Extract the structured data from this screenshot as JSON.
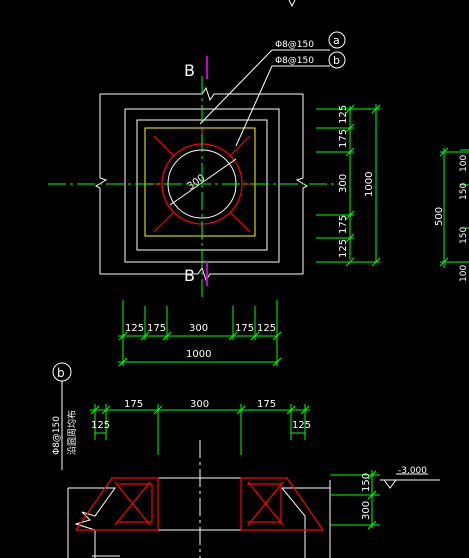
{
  "plan": {
    "section_letter_top": "B",
    "section_letter_bottom": "B",
    "rebar_a": "Φ8@150",
    "rebar_b": "Φ8@150",
    "tag_a": "a",
    "tag_b": "b",
    "diameter": "300",
    "right_dims": [
      "125",
      "175",
      "300",
      "175",
      "125"
    ],
    "right_total": "1000",
    "bottom_dims": [
      "125",
      "175",
      "300",
      "175",
      "125"
    ],
    "bottom_total": "1000"
  },
  "far_right": {
    "dim_500": "500",
    "partial_top": "100",
    "partial_mid": "150",
    "partial_low": "150",
    "partial_bot": "100"
  },
  "section": {
    "tag": "b",
    "rebar_text": "Φ8@150",
    "note_text": "沿圆周均布",
    "dims_top": [
      "175",
      "300",
      "175"
    ],
    "dims_side": [
      "125",
      "125"
    ],
    "elev": "-3.000",
    "right_dims": [
      "150",
      "300"
    ]
  },
  "colors": {
    "background": "#000000",
    "lines": "#ffffff",
    "dims": "#00ff00",
    "rebar": "#ff0000",
    "opening": "#ffff00",
    "section_mark": "#cc00cc"
  }
}
